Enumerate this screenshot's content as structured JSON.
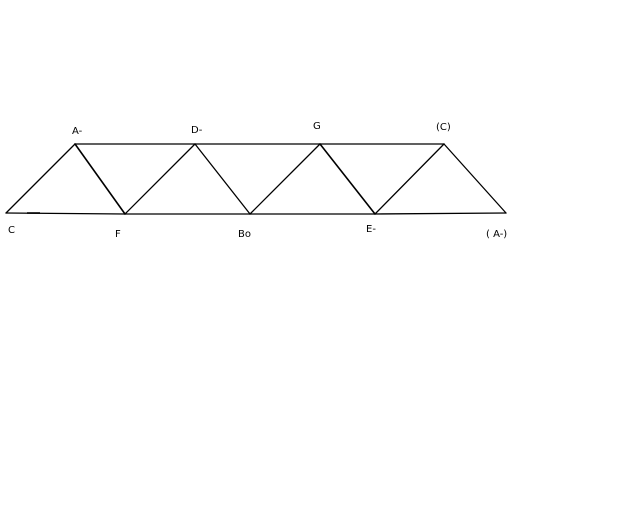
{
  "diagram": {
    "labels": {
      "A": "A-",
      "D": "D-",
      "G": "G",
      "C_top": "(C)",
      "C": "C",
      "F": "F",
      "Bo": "Bo",
      "E": "E-",
      "A_bottom": "( A-)"
    }
  }
}
